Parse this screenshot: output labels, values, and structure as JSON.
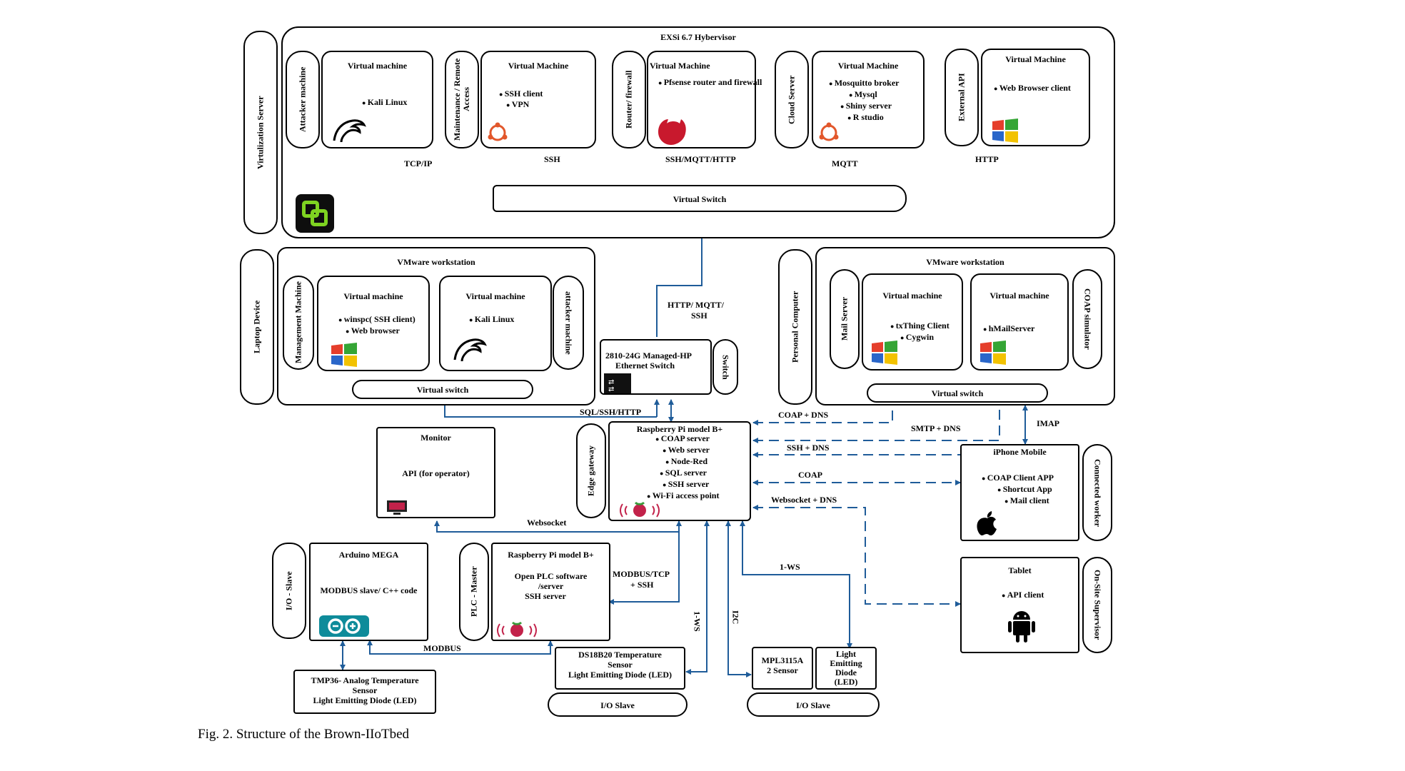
{
  "caption": "Fig. 2. Structure of the Brown-IIoTbed",
  "colors": {
    "link": "#1f5c99",
    "logo_green": "#2aa32a",
    "pi_red": "#c2224a",
    "ubuntu_orange": "#e2572b",
    "firefox_red": "#c8192d"
  },
  "hypervisor": {
    "title": "EXSi 6.7 Hybervisor",
    "side_label": "Virtulization Server",
    "vm_cards": [
      {
        "side": "Attacker machine",
        "title": "Virtual machine",
        "items": [
          "Kali Linux"
        ],
        "icon": "kali-dragon-icon"
      },
      {
        "side": "Maintenance / Remote Access",
        "title": "Virtual Machine",
        "items": [
          "SSH client",
          "VPN"
        ],
        "icon": "ubuntu-icon"
      },
      {
        "side": "Router/ firewall",
        "title": "Virtual Machine",
        "items": [
          "Pfsense router and firewall"
        ],
        "icon": "pfsense-icon"
      },
      {
        "side": "Cloud Server",
        "title": "Virtual Machine",
        "items": [
          "Mosquitto broker",
          "Mysql",
          "Shiny server",
          "R studio"
        ],
        "icon": "ubuntu-icon"
      },
      {
        "side": "External API",
        "title": "Virtual Machine",
        "items": [
          "Web Browser client"
        ],
        "icon": "windows-icon"
      }
    ],
    "links": [
      "TCP/IP",
      "SSH",
      "SSH/MQTT/HTTP",
      "MQTT",
      "HTTP"
    ],
    "switch": "Virtual Switch"
  },
  "laptop": {
    "side_label": "Laptop Device",
    "title": "VMware workstation",
    "vm_left": {
      "side": "Management Machine",
      "title": "Virtual machine",
      "items": [
        "winspc( SSH client)",
        "Web browser"
      ]
    },
    "vm_right": {
      "side": "attacker machine",
      "title": "Virtual machine",
      "items": [
        "Kali Linux"
      ]
    },
    "switch": "Virtual switch"
  },
  "pc": {
    "side_label": "Personal Computer",
    "title": "VMware workstation",
    "vm_left": {
      "side": "Mail Server",
      "title": "Virtual machine",
      "items": [
        "txThing Client",
        "Cygwin"
      ]
    },
    "vm_right": {
      "side": "COAP simulator",
      "title": "Virtual machine",
      "items": [
        "hMailServer"
      ]
    },
    "switch": "Virtual switch"
  },
  "hp_switch": {
    "line1": "2810-24G Managed-HP",
    "line2": "Ethernet Switch",
    "side": "Switch"
  },
  "uplink_label_1": "HTTP/ MQTT/",
  "uplink_label_2": "SSH",
  "sql_label": "SQL/SSH/HTTP",
  "edge": {
    "side": "Edge gateway",
    "title": "Raspberry Pi model B+",
    "items": [
      "COAP server",
      "Web server",
      "Node-Red",
      "SQL server",
      "SSH server",
      "Wi-Fi access point"
    ]
  },
  "monitor": {
    "title": "Monitor",
    "text": "API (for operator)"
  },
  "websocket_label": "Websocket",
  "iphone": {
    "side": "Connected worker",
    "title": "iPhone Mobile",
    "items": [
      "COAP Client APP",
      "Shortcut App",
      "Mail client"
    ]
  },
  "tablet": {
    "side": "On-Site Supervisor",
    "title": "Tablet",
    "items": [
      "API client"
    ]
  },
  "edge_links": [
    "COAP + DNS",
    "SMTP + DNS",
    "IMAP",
    "SSH + DNS",
    "COAP",
    "Websocket + DNS"
  ],
  "arduino": {
    "side": "I/O - Slave",
    "title": "Arduino MEGA",
    "text": "MODBUS slave/ C++ code"
  },
  "plc": {
    "side": "PLC - Master",
    "title": "Raspberry Pi model B+",
    "line1": "Open PLC software",
    "line2": "/server",
    "line3": "SSH server"
  },
  "modbus_tcp_1": "MODBUS/TCP",
  "modbus_tcp_2": "+ SSH",
  "modbus_label": "MODBUS",
  "tmp36": {
    "line1": "TMP36- Analog Temperature",
    "line2": "Sensor",
    "line3": "Light Emitting Diode (LED)"
  },
  "ds18b20": {
    "line1": "DS18B20 Temperature",
    "line2": "Sensor",
    "line3": "Light Emitting Diode (LED)"
  },
  "mpl": {
    "line1": "MPL3115A",
    "line2": "2  Sensor"
  },
  "led": {
    "line1": "Light",
    "line2": "Emitting",
    "line3": "Diode",
    "line4": "(LED)"
  },
  "io_slave_labels": [
    "I/O Slave",
    "I/O Slave"
  ],
  "bus_labels": {
    "onews_vertical": "1-WS",
    "i2c": "I2C",
    "onews": "1-WS"
  }
}
